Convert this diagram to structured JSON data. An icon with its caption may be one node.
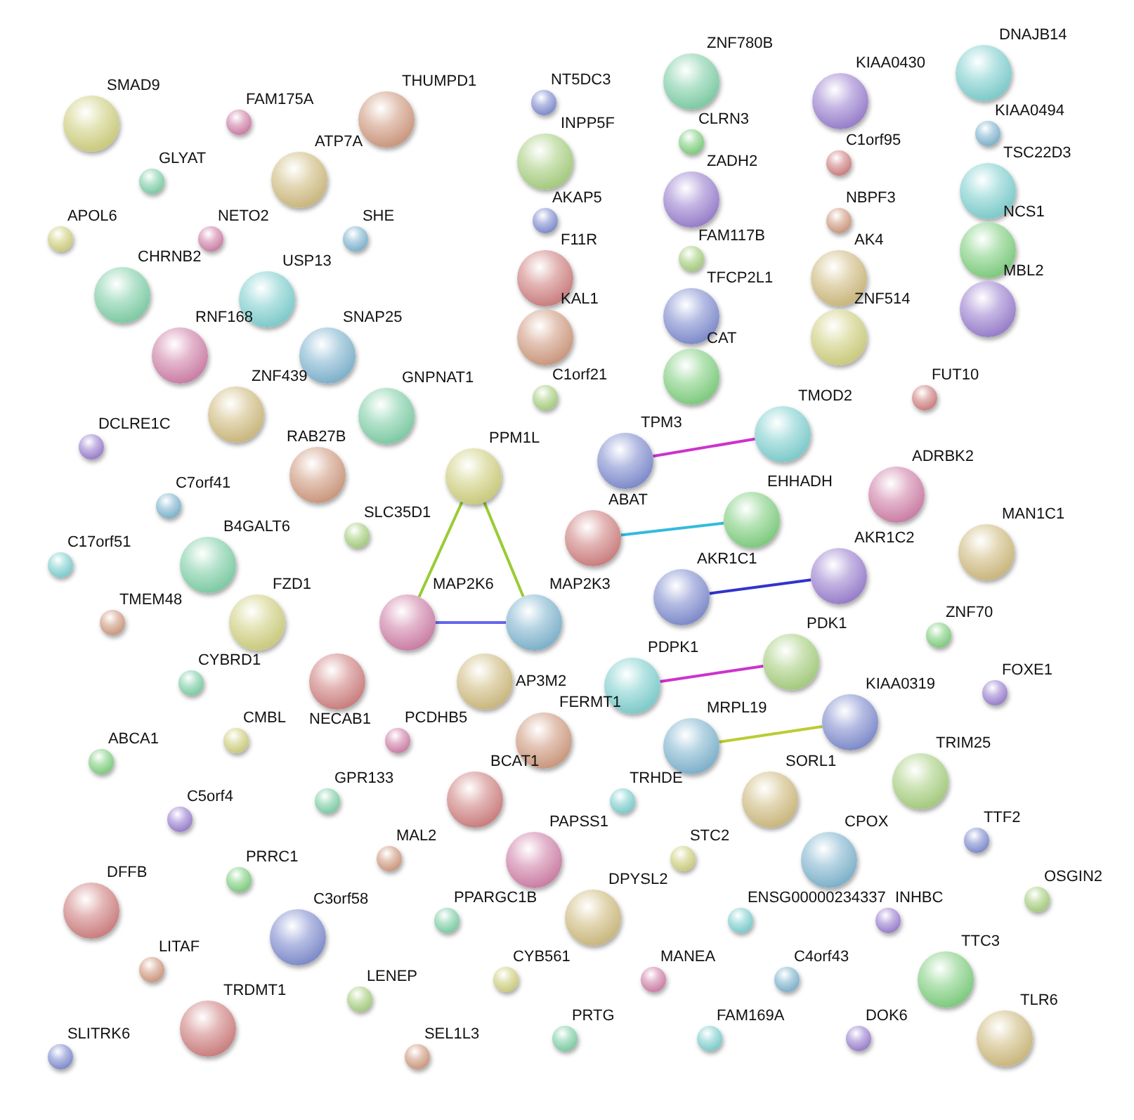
{
  "diagram": {
    "nodes": [
      {
        "text": [
          "ZNF780B"
        ]
      },
      {
        "text": [
          "DNAJB14"
        ]
      },
      {
        "text": [
          "KIAA0430"
        ]
      },
      {
        "text": [
          "NT5DC3"
        ]
      },
      {
        "text": [
          "THUMPD1"
        ]
      },
      {
        "text": [
          "SMAD9"
        ]
      },
      {
        "text": [
          "FAM175A"
        ]
      },
      {
        "text": [
          "KIAA0494"
        ]
      },
      {
        "text": [
          "CLRN3"
        ]
      },
      {
        "text": [
          "INPP5F"
        ]
      },
      {
        "text": [
          "C1orf95"
        ]
      },
      {
        "text": [
          "ATP7A"
        ]
      },
      {
        "text": [
          "GLYAT"
        ]
      },
      {
        "text": [
          "TSC22D3"
        ]
      },
      {
        "text": [
          "ZADH2"
        ]
      },
      {
        "text": [
          "AKAP5"
        ]
      },
      {
        "text": [
          "NBPF3"
        ]
      },
      {
        "text": [
          "APOL6"
        ]
      },
      {
        "text": [
          "NETO2"
        ]
      },
      {
        "text": [
          "SHE"
        ]
      },
      {
        "text": [
          "NCS1"
        ]
      },
      {
        "text": [
          "FAM117B"
        ]
      },
      {
        "text": [
          "F11R"
        ]
      },
      {
        "text": [
          "AK4"
        ]
      },
      {
        "text": [
          "CHRNB2"
        ]
      },
      {
        "text": [
          "USP13"
        ]
      },
      {
        "text": [
          "MBL2"
        ]
      },
      {
        "text": [
          "TFCP2L1"
        ]
      },
      {
        "text": [
          "KAL1"
        ]
      },
      {
        "text": [
          "ZNF514"
        ]
      },
      {
        "text": [
          "RNF168"
        ]
      },
      {
        "text": [
          "SNAP25"
        ]
      },
      {
        "text": [
          "CAT"
        ]
      },
      {
        "text": [
          "C1orf21"
        ]
      },
      {
        "text": [
          "FUT10"
        ]
      },
      {
        "text": [
          "ZNF439"
        ]
      },
      {
        "text": [
          "GNPNAT1"
        ]
      },
      {
        "text": [
          "TMOD2"
        ]
      },
      {
        "text": [
          "DCLRE1C"
        ]
      },
      {
        "text": [
          "TPM3"
        ]
      },
      {
        "text": [
          "RAB27B"
        ]
      },
      {
        "text": [
          "PPM1L"
        ]
      },
      {
        "text": [
          "ADRBK2"
        ]
      },
      {
        "text": [
          "C7orf41"
        ]
      },
      {
        "text": [
          "EHHADH"
        ]
      },
      {
        "text": [
          "SLC35D1"
        ]
      },
      {
        "text": [
          "ABAT"
        ]
      },
      {
        "text": [
          "MAN1C1"
        ]
      },
      {
        "text": [
          "B4GALT6"
        ]
      },
      {
        "text": [
          "C17orf51"
        ]
      },
      {
        "text": [
          "AKR1C2"
        ]
      },
      {
        "text": [
          "AKR1C1"
        ]
      },
      {
        "text": [
          "TMEM48"
        ]
      },
      {
        "text": [
          "FZD1"
        ]
      },
      {
        "text": [
          "MAP2K6"
        ]
      },
      {
        "text": [
          "MAP2K3"
        ]
      },
      {
        "text": [
          "ZNF70"
        ]
      },
      {
        "text": [
          "PDK1"
        ]
      },
      {
        "text": [
          "NECAB1"
        ]
      },
      {
        "text": [
          "AP3M2"
        ]
      },
      {
        "text": [
          "CYBRD1"
        ]
      },
      {
        "text": [
          "PDPK1"
        ]
      },
      {
        "text": [
          "FOXE1"
        ]
      },
      {
        "text": [
          "KIAA0319"
        ]
      },
      {
        "text": [
          "FERMT1"
        ]
      },
      {
        "text": [
          "CMBL"
        ]
      },
      {
        "text": [
          "PCDHB5"
        ]
      },
      {
        "text": [
          "MRPL19"
        ]
      },
      {
        "text": [
          "ABCA1"
        ]
      },
      {
        "text": [
          "TRIM25"
        ]
      },
      {
        "text": [
          "BCAT1"
        ]
      },
      {
        "text": [
          "SORL1"
        ]
      },
      {
        "text": [
          "GPR133"
        ]
      },
      {
        "text": [
          "TRHDE"
        ]
      },
      {
        "text": [
          "C5orf4"
        ]
      },
      {
        "text": [
          "TTF2"
        ]
      },
      {
        "text": [
          "MAL2"
        ]
      },
      {
        "text": [
          "STC2"
        ]
      },
      {
        "text": [
          "PAPSS1"
        ]
      },
      {
        "text": [
          "CPOX"
        ]
      },
      {
        "text": [
          "PRRC1"
        ]
      },
      {
        "text": [
          "OSGIN2"
        ]
      },
      {
        "text": [
          "DFFB"
        ]
      },
      {
        "text": [
          "DPYSL2"
        ]
      },
      {
        "text": [
          "PPARGC1B"
        ]
      },
      {
        "text": [
          "ENSG00000234337"
        ]
      },
      {
        "text": [
          "INHBC"
        ]
      },
      {
        "text": [
          "C3orf58"
        ]
      },
      {
        "text": [
          "LITAF"
        ]
      },
      {
        "text": [
          "CYB561"
        ]
      },
      {
        "text": [
          "MANEA"
        ]
      },
      {
        "text": [
          "C4orf43"
        ]
      },
      {
        "text": [
          "TTC3"
        ]
      },
      {
        "text": [
          "LENEP"
        ]
      },
      {
        "text": [
          "TRDMT1"
        ]
      },
      {
        "text": [
          "TLR6"
        ]
      },
      {
        "text": [
          "PRTG"
        ]
      },
      {
        "text": [
          "FAM169A"
        ]
      },
      {
        "text": [
          "DOK6"
        ]
      },
      {
        "text": [
          "SLITRK6"
        ]
      },
      {
        "text": [
          "SEL1L3"
        ]
      }
    ],
    "edges": [
      {
        "from": 41,
        "to": 54,
        "arrow": "none",
        "color": "#99cc33"
      },
      {
        "from": 41,
        "to": 55,
        "arrow": "none",
        "color": "#99cc33"
      },
      {
        "from": 54,
        "to": 55,
        "arrow": "none",
        "color": "#6666ee"
      },
      {
        "from": 39,
        "to": 37,
        "arrow": "none",
        "color": "#cc33cc"
      },
      {
        "from": 46,
        "to": 44,
        "arrow": "none",
        "color": "#33bbdd"
      },
      {
        "from": 51,
        "to": 50,
        "arrow": "none",
        "color": "#3333cc"
      },
      {
        "from": 61,
        "to": 57,
        "arrow": "none",
        "color": "#cc33cc"
      },
      {
        "from": 67,
        "to": 63,
        "arrow": "none",
        "color": "#bbcc33"
      }
    ]
  }
}
